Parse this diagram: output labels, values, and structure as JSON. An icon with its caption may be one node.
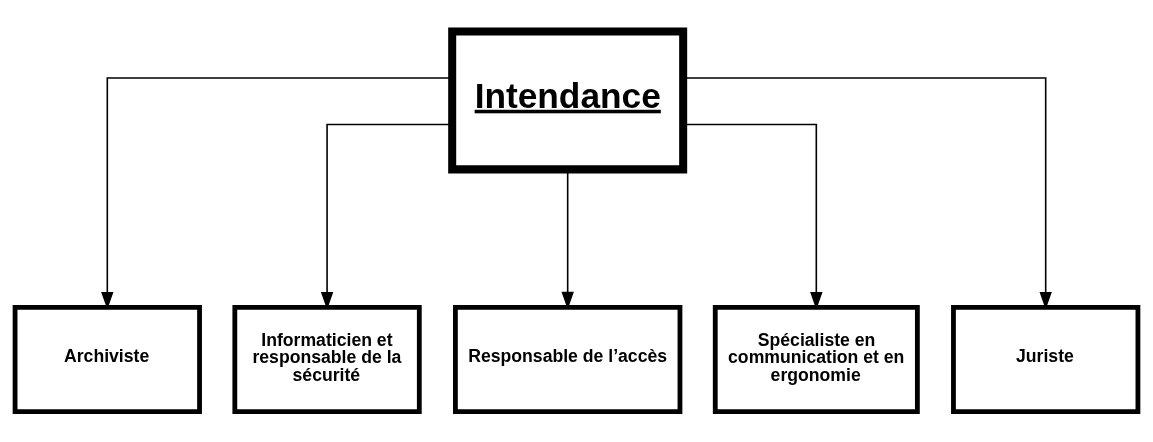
{
  "diagram": {
    "nodes": [
      {
        "text": [
          "Intendance"
        ]
      },
      {
        "text": [
          "Archiviste"
        ]
      },
      {
        "text": [
          "Informaticien et responsable de la sécurité"
        ]
      },
      {
        "text": [
          "Responsable de l’accès"
        ]
      },
      {
        "text": [
          "Spécialiste en communication et en ergonomie"
        ]
      },
      {
        "text": [
          "Juriste"
        ]
      }
    ],
    "edges": [
      {
        "from": 0,
        "to": 1,
        "arrow": "to"
      },
      {
        "from": 0,
        "to": 2,
        "arrow": "to"
      },
      {
        "from": 0,
        "to": 3,
        "arrow": "to"
      },
      {
        "from": 0,
        "to": 4,
        "arrow": "to"
      },
      {
        "from": 0,
        "to": 5,
        "arrow": "to"
      }
    ]
  }
}
